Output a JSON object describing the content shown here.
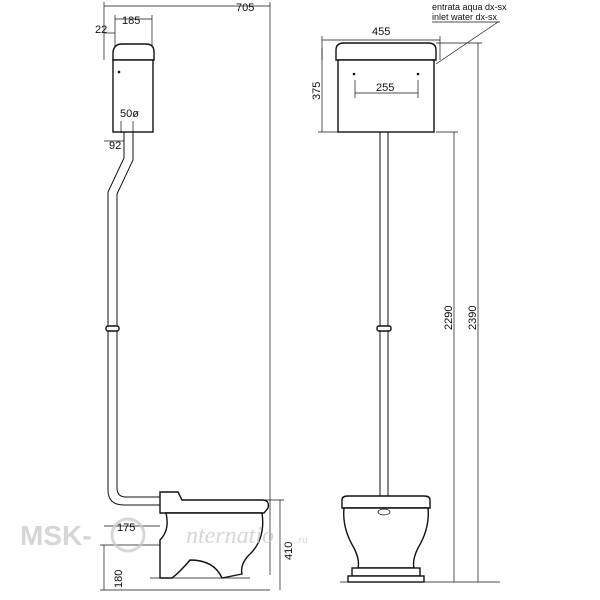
{
  "dimensions": {
    "total_width": "705",
    "tank_depth": "185",
    "tank_offset": "22",
    "pipe_diameter": "50ø",
    "pipe_offset": "92",
    "bowl_offset": "175",
    "outlet_height": "180",
    "bowl_height": "410",
    "tank_width": "455",
    "tank_height": "375",
    "bracket_spacing": "255",
    "height_to_tank_bottom": "2290",
    "total_height": "2390"
  },
  "notes": {
    "inlet_it": "entrata aqua dx-sx",
    "inlet_en": "inlet water dx-sx"
  },
  "watermark": {
    "brand": "MSK-",
    "script": "nternatio",
    "suffix": ".ru"
  }
}
